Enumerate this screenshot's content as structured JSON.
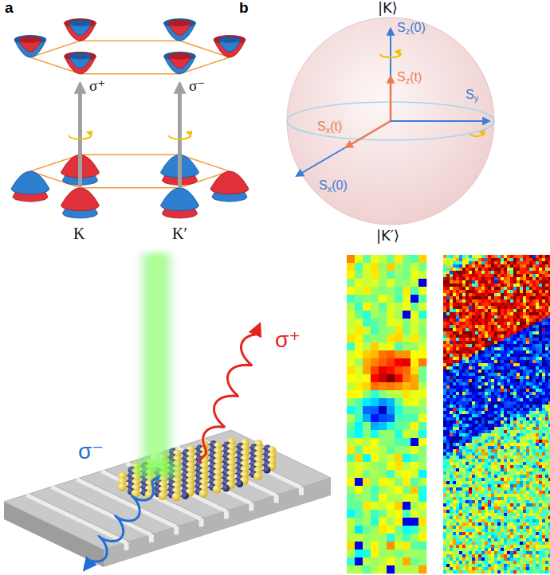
{
  "diagram": {
    "labels": [
      "a",
      "b",
      "σ⁺",
      "σ⁻",
      "K",
      "K′",
      "|K⟩",
      "Sz(0)",
      "Sz(t)",
      "Sx(t)",
      "Sx(0)",
      "Sy",
      "|K′⟩",
      "σ⁺",
      "σ⁻"
    ]
  }
}
